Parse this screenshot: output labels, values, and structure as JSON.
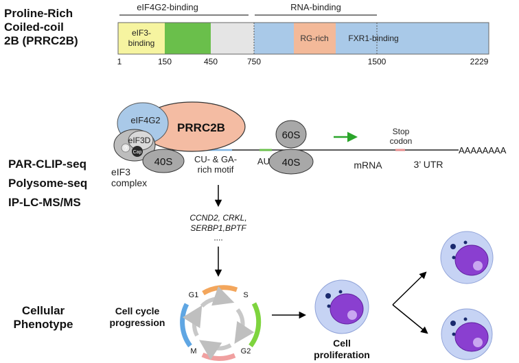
{
  "protein": {
    "title_lines": [
      "Proline-Rich",
      "Coiled-coil",
      "2B (PRRC2B)"
    ],
    "region_eif4g2": "eIF4G2-binding",
    "region_rna": "RNA-binding",
    "domain_eif3_line1": "eIF3-",
    "domain_eif3_line2": "binding",
    "domain_rg": "RG-rich",
    "domain_fxr1": "FXR1-binding",
    "positions": [
      "1",
      "150",
      "450",
      "750",
      "1500",
      "2229"
    ],
    "colors": {
      "eif3": "#f6f4a0",
      "green": "#6abf4b",
      "gray": "#e5e5e5",
      "blue": "#a9c9e8",
      "rg": "#f3b999"
    }
  },
  "methods": [
    "PAR-CLIP-seq",
    "Polysome-seq",
    "IP-LC-MS/MS"
  ],
  "mechanism": {
    "eif4g2": "eIF4G2",
    "prrc2b": "PRRC2B",
    "eif3d": "eIF3D",
    "cap": "Cap",
    "question": "?",
    "s40_left": "40S",
    "eif3_complex_line1": "eIF3",
    "eif3_complex_line2": "complex",
    "motif_line1": "CU- & GA-",
    "motif_line2": "rich motif",
    "aug": "AUG",
    "s60": "60S",
    "s40_right": "40S",
    "stop_line1": "Stop",
    "stop_line2": "codon",
    "mrna": "mRNA",
    "utr": "3’ UTR",
    "polya": "AAAAAAAA"
  },
  "targets": {
    "line1": "CCND2, CRKL,",
    "line2": "SERBP1,BPTF",
    "line3": "...."
  },
  "phenotype": {
    "title_lines": [
      "Cellular",
      "Phenotype"
    ],
    "cycle_lines": [
      "Cell cycle",
      "progression"
    ],
    "phase_g1": "G1",
    "phase_s": "S",
    "phase_g2": "G2",
    "phase_m": "M",
    "proliferation_lines": [
      "Cell",
      "proliferation"
    ]
  }
}
